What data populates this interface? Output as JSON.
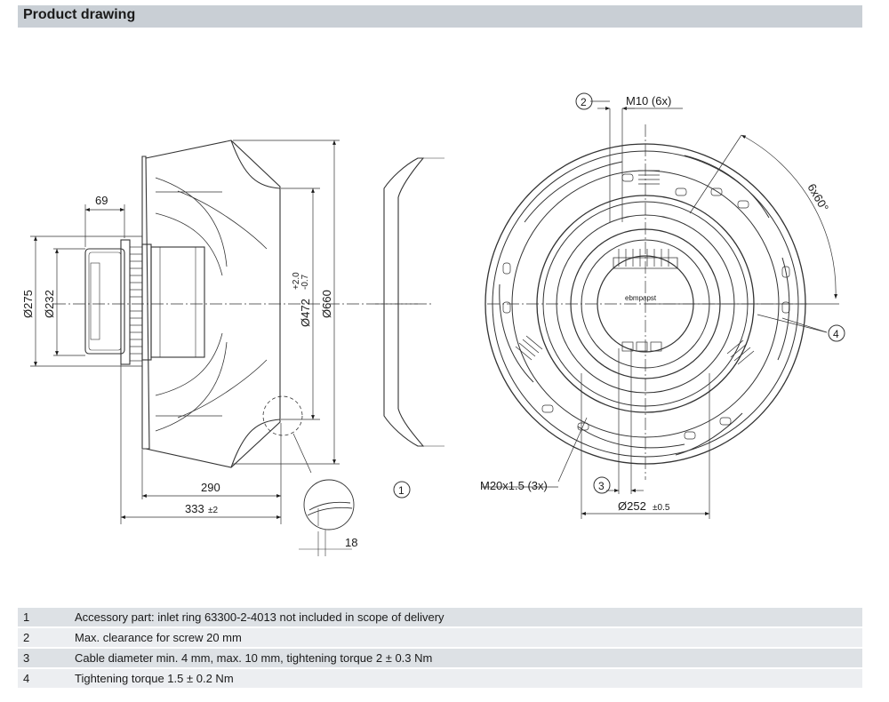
{
  "header": {
    "title": "Product drawing"
  },
  "dims": {
    "d69": "69",
    "d275": "Ø275",
    "d232": "Ø232",
    "d472": "Ø472",
    "tol_plus": "+2.0",
    "tol_minus": "-0.7",
    "d660": "Ø660",
    "d290": "290",
    "d333": "333",
    "d333_tol": "±2",
    "d18": "18",
    "d252": "Ø252",
    "d252_tol": "±0.5",
    "m10": "M10 (6x)",
    "m20": "M20x1.5 (3x)",
    "angle": "6x60°",
    "brand": "ebmpapst"
  },
  "callouts": {
    "c1": "1",
    "c2": "2",
    "c3": "3",
    "c4": "4"
  },
  "notes": [
    {
      "num": "1",
      "text": "Accessory part: inlet ring 63300-2-4013 not included in scope of delivery"
    },
    {
      "num": "2",
      "text": "Max. clearance for screw 20 mm"
    },
    {
      "num": "3",
      "text": "Cable diameter min. 4 mm, max. 10 mm, tightening torque 2 ± 0.3 Nm"
    },
    {
      "num": "4",
      "text": "Tightening torque 1.5 ± 0.2 Nm"
    }
  ]
}
